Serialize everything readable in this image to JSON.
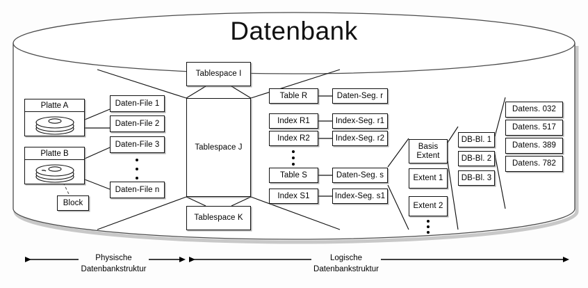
{
  "diagram": {
    "title": "Datenbank",
    "physical": {
      "disks": [
        {
          "name": "Platte A",
          "icon": "disk-platter-icon"
        },
        {
          "name": "Platte B",
          "icon": "disk-platter-icon"
        }
      ],
      "block_label": "Block",
      "data_files": [
        "Daten-File 1",
        "Daten-File 2",
        "Daten-File 3",
        "Daten-File n"
      ],
      "data_files_ellipsis": "vertical-ellipsis"
    },
    "tablespaces": [
      "Tablespace I",
      "Tablespace J",
      "Tablespace K"
    ],
    "objects": [
      "Table R",
      "Index R1",
      "Index R2",
      "Table S",
      "Index S1"
    ],
    "objects_ellipsis": "vertical-ellipsis",
    "segments": [
      "Daten-Seg. r",
      "Index-Seg. r1",
      "Index-Seg. r2",
      "Daten-Seg. s",
      "Index-Seg. s1"
    ],
    "extents": [
      "Basis Extent",
      "Extent 1",
      "Extent 2"
    ],
    "extents_first_line": "Basis",
    "extents_first_line2": "Extent",
    "extents_ellipsis": "vertical-ellipsis",
    "db_blocks": [
      "DB-Bl. 1",
      "DB-Bl. 2",
      "DB-Bl. 3"
    ],
    "records": [
      "Datens. 032",
      "Datens. 517",
      "Datens. 389",
      "Datens. 782"
    ],
    "axis": {
      "physical_line1": "Physische",
      "physical_line2": "Datenbankstruktur",
      "logical_line1": "Logische",
      "logical_line2": "Datenbankstruktur"
    },
    "colors": {
      "stroke": "#111111",
      "fill": "#ffffff",
      "background": "#fdfdfd",
      "shadow": "#6e6e6e"
    }
  }
}
